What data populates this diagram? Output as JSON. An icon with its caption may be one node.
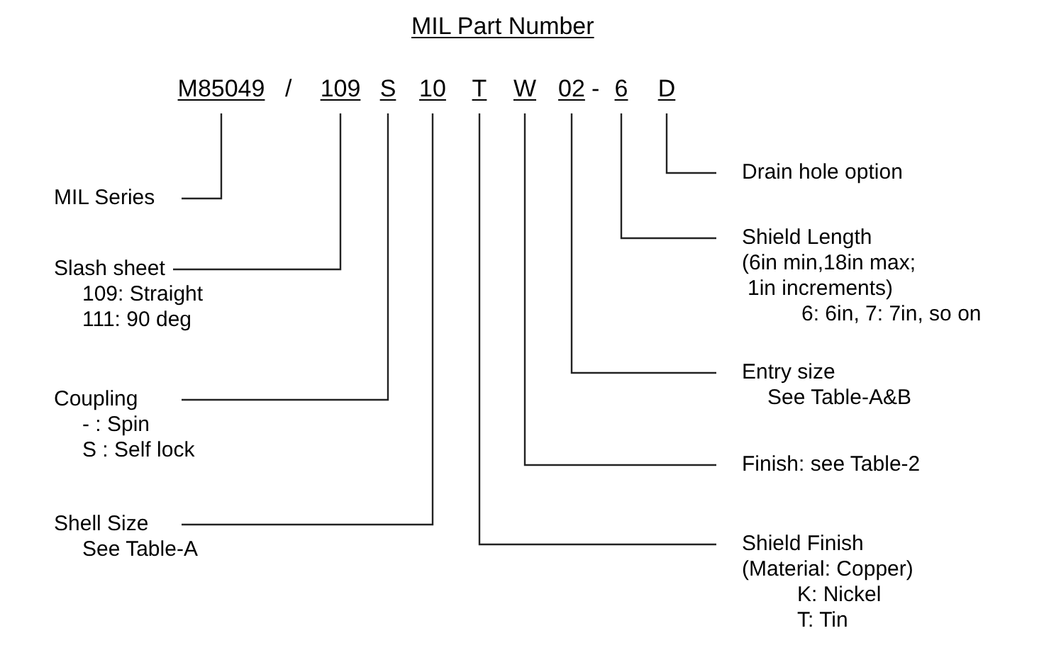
{
  "diagram": {
    "title": "MIL Part Number",
    "nodes": [
      {
        "text": [
          "M85049"
        ]
      },
      {
        "text": [
          "109"
        ]
      },
      {
        "text": [
          "S"
        ]
      },
      {
        "text": [
          "10"
        ]
      },
      {
        "text": [
          "T"
        ]
      },
      {
        "text": [
          "W"
        ]
      },
      {
        "text": [
          "02"
        ]
      },
      {
        "text": [
          "6"
        ]
      },
      {
        "text": [
          "D"
        ]
      },
      {
        "text": [
          "MIL Series"
        ]
      },
      {
        "text": [
          "Slash sheet",
          "109: Straight",
          "111: 90 deg"
        ]
      },
      {
        "text": [
          "Coupling",
          "- : Spin",
          "S : Self lock"
        ]
      },
      {
        "text": [
          "Shell Size",
          "See Table-A"
        ]
      },
      {
        "text": [
          "Drain hole option"
        ]
      },
      {
        "text": [
          "Shield Length",
          "(6in min,18in max;",
          "1in increments)",
          "6: 6in, 7: 7in, so on"
        ]
      },
      {
        "text": [
          "Entry size",
          "See Table-A&B"
        ]
      },
      {
        "text": [
          "Finish: see Table-2"
        ]
      },
      {
        "text": [
          "Shield Finish",
          "(Material: Copper)",
          "K: Nickel",
          "T: Tin"
        ]
      }
    ],
    "edges": [
      {
        "from": 0,
        "to": 9,
        "arrow": "none"
      },
      {
        "from": 1,
        "to": 10,
        "arrow": "none"
      },
      {
        "from": 2,
        "to": 11,
        "arrow": "none"
      },
      {
        "from": 3,
        "to": 12,
        "arrow": "none"
      },
      {
        "from": 4,
        "to": 17,
        "arrow": "none"
      },
      {
        "from": 5,
        "to": 16,
        "arrow": "none"
      },
      {
        "from": 6,
        "to": 15,
        "arrow": "none"
      },
      {
        "from": 7,
        "to": 14,
        "arrow": "none"
      },
      {
        "from": 8,
        "to": 13,
        "arrow": "none"
      }
    ],
    "labels": [
      "/",
      "-"
    ]
  }
}
